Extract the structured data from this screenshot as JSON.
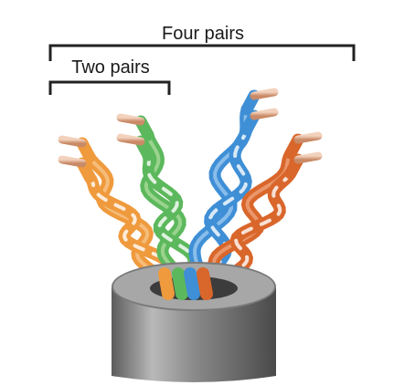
{
  "labels": {
    "four_pairs": "Four pairs",
    "two_pairs": "Two pairs"
  },
  "colors": {
    "orange": "#ef9a3d",
    "orange_light": "#f6c48a",
    "green": "#5cb85c",
    "green_light": "#a9d99a",
    "blue": "#3f8fd6",
    "blue_light": "#9cc8ef",
    "brown": "#d9662a",
    "brown_light": "#eea27a",
    "copper": "#d9a283",
    "jacket": "#8a8a8a",
    "bracket": "#222222"
  },
  "pairs": [
    {
      "name": "orange"
    },
    {
      "name": "green"
    },
    {
      "name": "blue"
    },
    {
      "name": "brown"
    }
  ]
}
